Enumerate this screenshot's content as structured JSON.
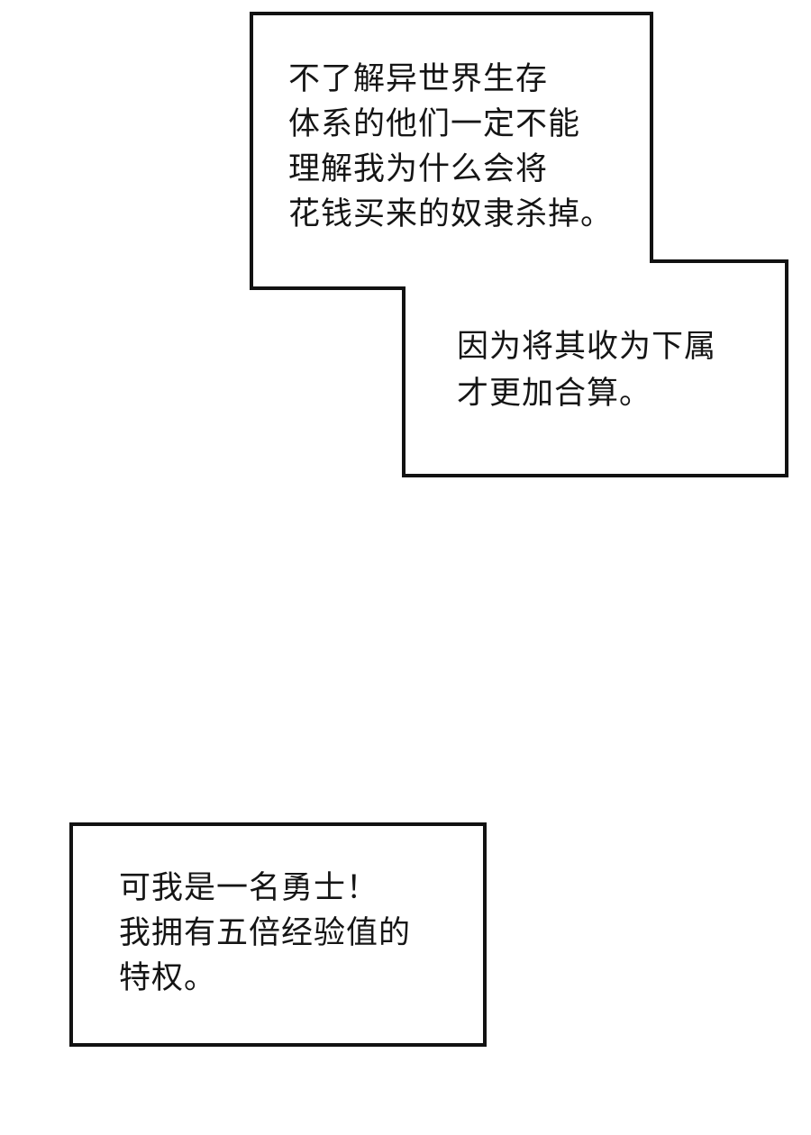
{
  "theme": {
    "background": "#ffffff",
    "panel_border": "#121212",
    "text_color": "#151515"
  },
  "bubbles": [
    {
      "name": "narration-top",
      "text": "不了解异世界生存\n体系的他们一定不能\n理解我为什么会将\n花钱买来的奴隶杀掉。"
    },
    {
      "name": "narration-middle",
      "text": "因为将其收为下属\n才更加合算。"
    },
    {
      "name": "narration-bottom",
      "text": "可我是一名勇士！\n我拥有五倍经验值的\n特权。"
    }
  ]
}
